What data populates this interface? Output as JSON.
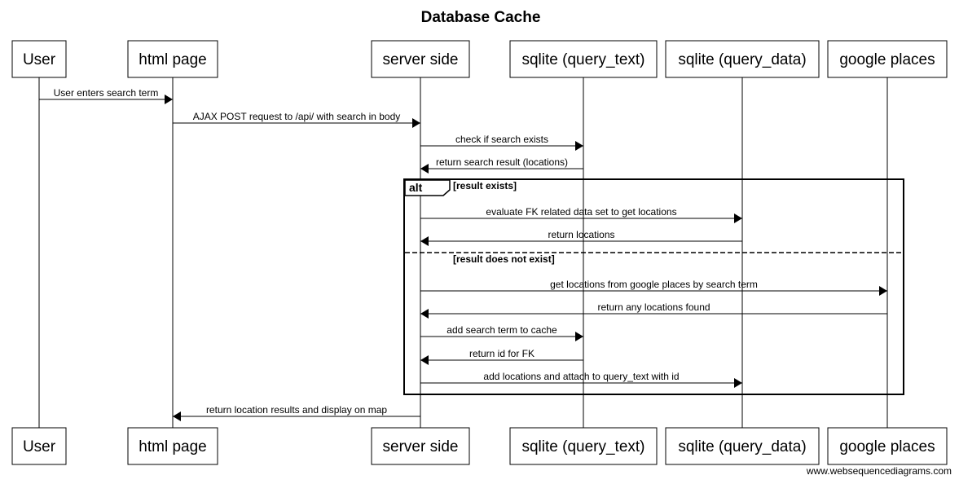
{
  "title": "Database Cache",
  "participants": [
    {
      "id": "user",
      "label": "User"
    },
    {
      "id": "html",
      "label": "html page"
    },
    {
      "id": "server",
      "label": "server side"
    },
    {
      "id": "qtext",
      "label": "sqlite (query_text)"
    },
    {
      "id": "qdata",
      "label": "sqlite (query_data)"
    },
    {
      "id": "google",
      "label": "google places"
    }
  ],
  "messages": [
    {
      "from": "user",
      "to": "html",
      "label": "User enters search term"
    },
    {
      "from": "html",
      "to": "server",
      "label": "AJAX POST request to /api/ with search in body"
    },
    {
      "from": "server",
      "to": "qtext",
      "label": "check if search exists"
    },
    {
      "from": "qtext",
      "to": "server",
      "label": "return search result (locations)"
    },
    {
      "from": "server",
      "to": "qdata",
      "label": "evaluate FK related data set to get locations"
    },
    {
      "from": "qdata",
      "to": "server",
      "label": "return locations"
    },
    {
      "from": "server",
      "to": "google",
      "label": "get locations from google places by search term"
    },
    {
      "from": "google",
      "to": "server",
      "label": "return any locations found"
    },
    {
      "from": "server",
      "to": "qtext",
      "label": "add search term to cache"
    },
    {
      "from": "qtext",
      "to": "server",
      "label": "return id for FK"
    },
    {
      "from": "server",
      "to": "qdata",
      "label": "add locations and attach to query_text with id"
    },
    {
      "from": "server",
      "to": "html",
      "label": "return location results and display on map"
    }
  ],
  "alt_frame": {
    "keyword": "alt",
    "condition_1": "[result exists]",
    "condition_2": "[result does not exist]"
  },
  "footer": "www.websequencediagrams.com"
}
